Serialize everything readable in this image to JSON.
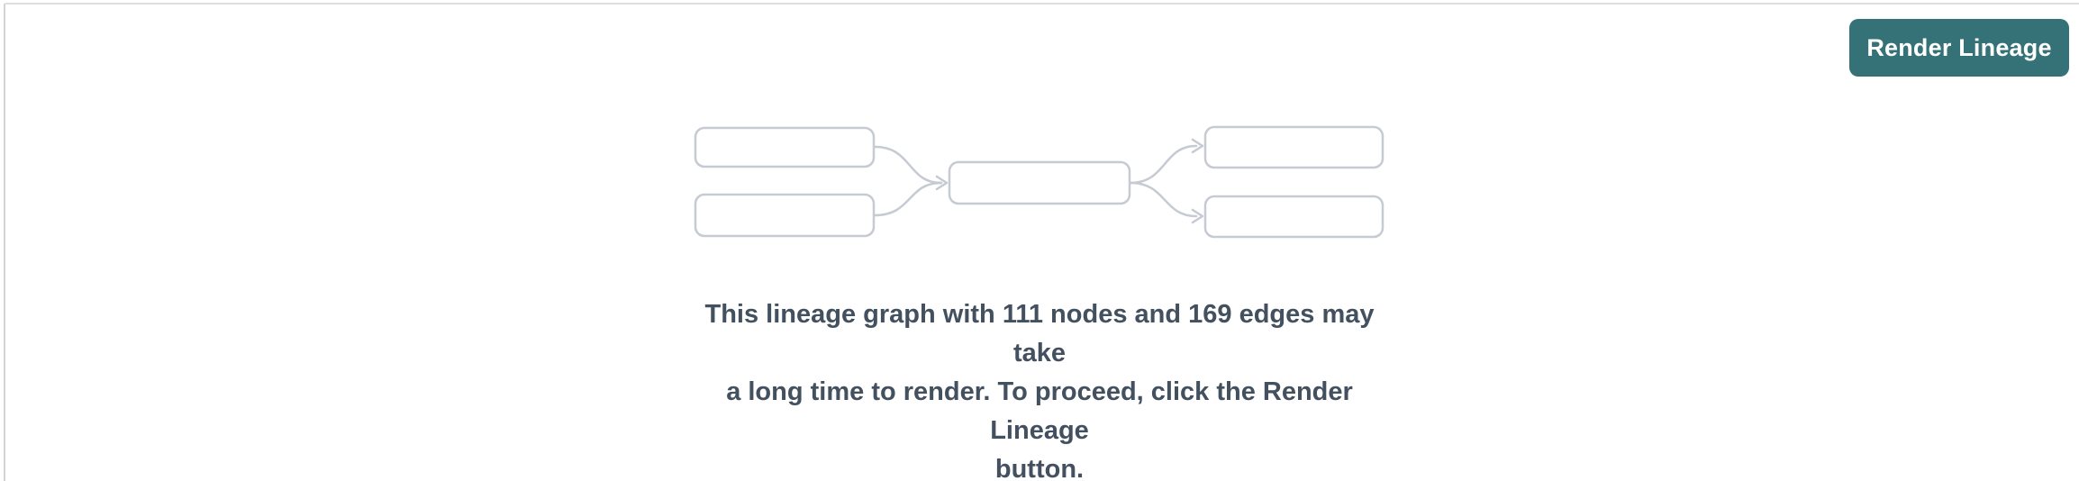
{
  "header": {
    "render_button_label": "Render Lineage"
  },
  "empty_state": {
    "message": "This lineage graph with 111 nodes and 169 edges may take\na long time to render. To proceed, click the Render Lineage\nbutton.",
    "node_count": 111,
    "edge_count": 169
  },
  "icons": {
    "illustration": "lineage-graph-placeholder"
  },
  "colors": {
    "button_bg": "#357277",
    "button_text": "#ffffff",
    "diagram_stroke": "#c5cad3",
    "message_text": "#42505f",
    "top_border": "#dedee2",
    "left_border": "#d2d3d7",
    "page_bg": "#ffffff"
  }
}
